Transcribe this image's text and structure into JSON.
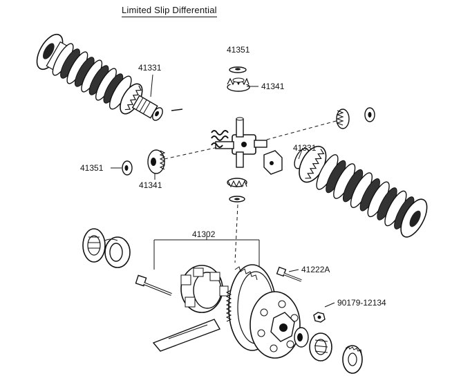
{
  "title": "Limited Slip Differential",
  "part_numbers": {
    "p41351_top": "41351",
    "p41341_top": "41341",
    "p41331_left": "41331",
    "p41331_right": "41331",
    "p41351_left": "41351",
    "p41341_left": "41341",
    "p41302": "41302",
    "p41222A": "41222A",
    "p90179": "90179-12134"
  }
}
